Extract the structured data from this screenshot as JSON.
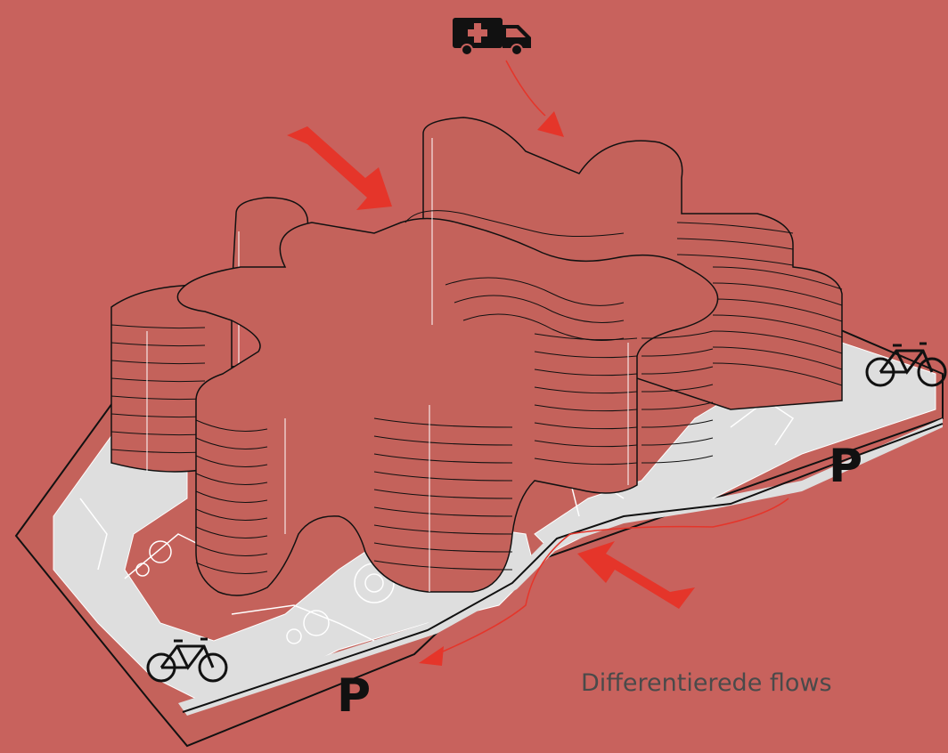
{
  "caption": "Differentierede flows",
  "parking": {
    "right_label": "P",
    "bottom_label": "P"
  },
  "icons": {
    "ambulance": "ambulance-icon",
    "bicycle_right": "bicycle-icon",
    "bicycle_left": "bicycle-icon"
  },
  "colors": {
    "background": "#c8625d",
    "building": "#c4625b",
    "ground": "#dedede",
    "flow_arrow": "#e5352a",
    "line": "#111111"
  }
}
